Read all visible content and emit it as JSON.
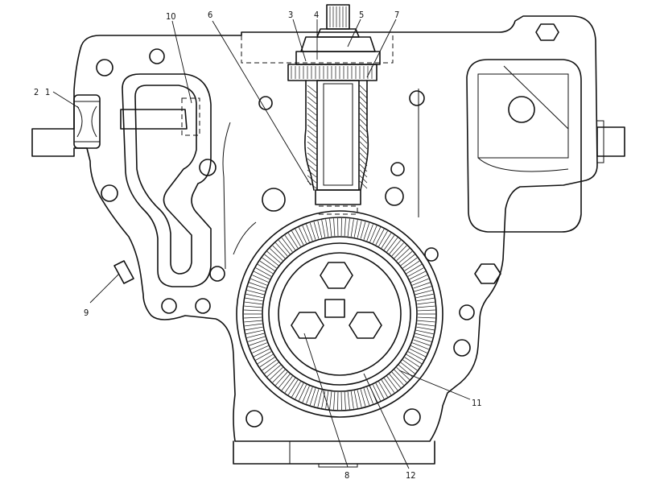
{
  "figure": {
    "callouts": [
      {
        "id": "c1",
        "text": "1"
      },
      {
        "id": "c2",
        "text": "2"
      },
      {
        "id": "c3",
        "text": "3"
      },
      {
        "id": "c4",
        "text": "4"
      },
      {
        "id": "c5",
        "text": "5"
      },
      {
        "id": "c6",
        "text": "6"
      },
      {
        "id": "c7",
        "text": "7"
      },
      {
        "id": "c8",
        "text": "8"
      },
      {
        "id": "c9",
        "text": "9"
      },
      {
        "id": "c10",
        "text": "10"
      },
      {
        "id": "c11",
        "text": "11"
      },
      {
        "id": "c12",
        "text": "12"
      }
    ]
  }
}
